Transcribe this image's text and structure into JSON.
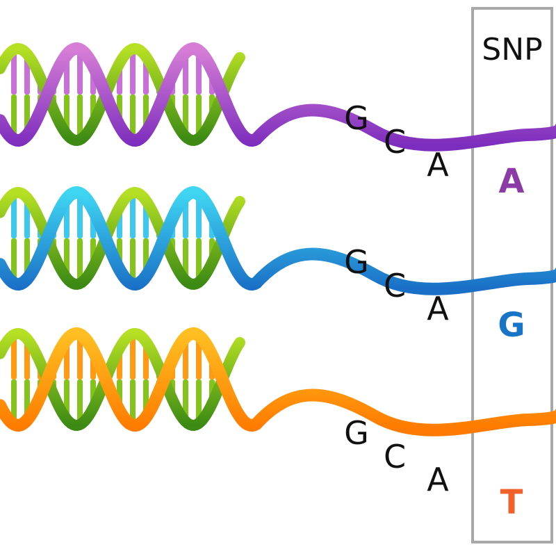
{
  "snp_box": {
    "label": "SNP",
    "border_color": "#a8a8a8"
  },
  "strands": [
    {
      "bases": [
        "G",
        "C",
        "A"
      ],
      "snp_base": "A",
      "snp_color": "#8b3aa6",
      "ribbon_dark": "#7d2dbd",
      "ribbon_light": "#d67ed6",
      "rung_color": "#c86fd8"
    },
    {
      "bases": [
        "G",
        "C",
        "A"
      ],
      "snp_base": "G",
      "snp_color": "#1874c6",
      "ribbon_dark": "#1a6fc6",
      "ribbon_light": "#3fd6f2",
      "rung_color": "#3fc8ee"
    },
    {
      "bases": [
        "G",
        "C",
        "A"
      ],
      "snp_base": "T",
      "snp_color": "#f0622a",
      "ribbon_dark": "#ff7a00",
      "ribbon_light": "#ffbf22",
      "rung_color": "#ff9a12"
    }
  ],
  "partner_strand": {
    "dark": "#3c8a14",
    "light": "#b6e024",
    "rung_color": "#84c21c"
  }
}
